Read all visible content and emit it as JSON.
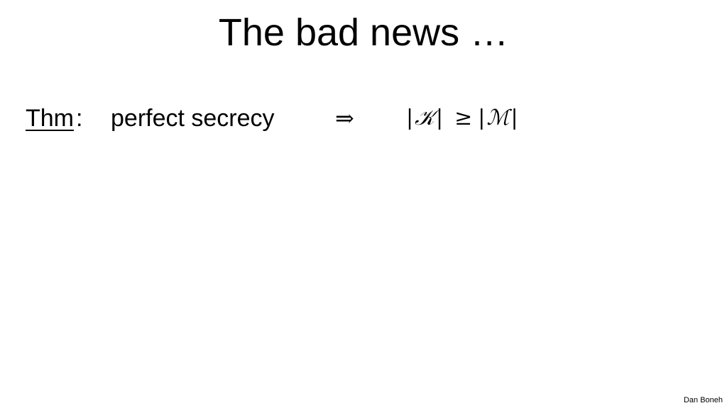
{
  "slide": {
    "title": "The bad news …",
    "theorem": {
      "label": "Thm",
      "colon": ":",
      "statement": "perfect secrecy",
      "implies_symbol": "⇒",
      "math": {
        "left_bar_open": "|",
        "left_set": "𝒦",
        "left_bar_close": "|",
        "relation": "≥",
        "right_bar_open": "|",
        "right_set": "ℳ",
        "right_bar_close": "|"
      }
    },
    "footer": "Dan Boneh"
  }
}
